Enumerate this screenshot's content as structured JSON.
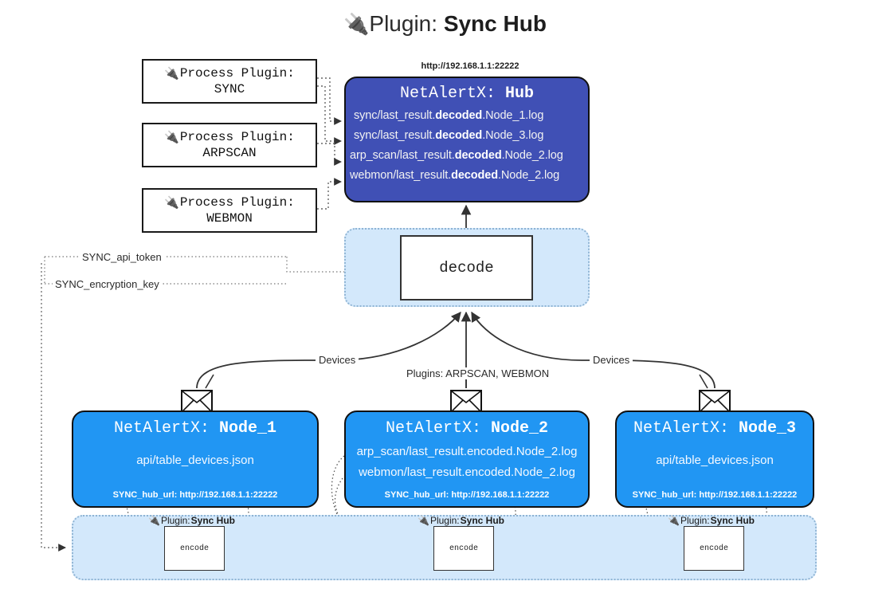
{
  "title": {
    "icon": "plug-icon",
    "prefix": "Plugin:",
    "name": "Sync Hub"
  },
  "process_plugins": [
    {
      "icon": "plug-icon",
      "line1": "Process Plugin:",
      "line2": "SYNC"
    },
    {
      "icon": "plug-icon",
      "line1": "Process Plugin:",
      "line2": "ARPSCAN"
    },
    {
      "icon": "plug-icon",
      "line1": "Process Plugin:",
      "line2": "WEBMON"
    }
  ],
  "hub": {
    "url": "http://192.168.1.1:22222",
    "title_prefix": "NetAlertX:",
    "title_name": "Hub",
    "rows": [
      {
        "pre": "sync/last_result.",
        "strong": "decoded",
        "post": ".Node_1.log"
      },
      {
        "pre": "sync/last_result.",
        "strong": "decoded",
        "post": ".Node_3.log"
      },
      {
        "pre": "arp_scan/last_result.",
        "strong": "decoded",
        "post": ".Node_2.log"
      },
      {
        "pre": "webmon/last_result.",
        "strong": "decoded",
        "post": ".Node_2.log"
      }
    ]
  },
  "decode": {
    "label": "decode"
  },
  "settings_edges": [
    {
      "label": "SYNC_api_token"
    },
    {
      "label": "SYNC_encryption_key"
    }
  ],
  "flow_labels": {
    "devices_left": "Devices",
    "devices_right": "Devices",
    "plugins_center": "Plugins: ARPSCAN, WEBMON"
  },
  "nodes": [
    {
      "title_prefix": "NetAlertX:",
      "title_name": "Node_1",
      "lines": [
        "api/table_devices.json"
      ],
      "footer": "SYNC_hub_url: http://192.168.1.1:22222"
    },
    {
      "title_prefix": "NetAlertX:",
      "title_name": "Node_2",
      "lines": [
        "arp_scan/last_result.encoded.Node_2.log",
        "webmon/last_result.encoded.Node_2.log"
      ],
      "footer": "SYNC_hub_url: http://192.168.1.1:22222"
    },
    {
      "title_prefix": "NetAlertX:",
      "title_name": "Node_3",
      "lines": [
        "api/table_devices.json"
      ],
      "footer": "SYNC_hub_url: http://192.168.1.1:22222"
    }
  ],
  "plugin_band": {
    "items": [
      {
        "icon": "plug-icon",
        "prefix": "Plugin:",
        "name": "Sync Hub",
        "box_label": "encode"
      },
      {
        "icon": "plug-icon",
        "prefix": "Plugin:",
        "name": "Sync Hub",
        "box_label": "encode"
      },
      {
        "icon": "plug-icon",
        "prefix": "Plugin:",
        "name": "Sync Hub",
        "box_label": "encode"
      }
    ]
  },
  "colors": {
    "hub_fill": "#4050b5",
    "node_fill": "#2196f3",
    "group_fill": "#d3e8fb",
    "group_border": "#8fb4d4",
    "stroke": "#333333"
  }
}
